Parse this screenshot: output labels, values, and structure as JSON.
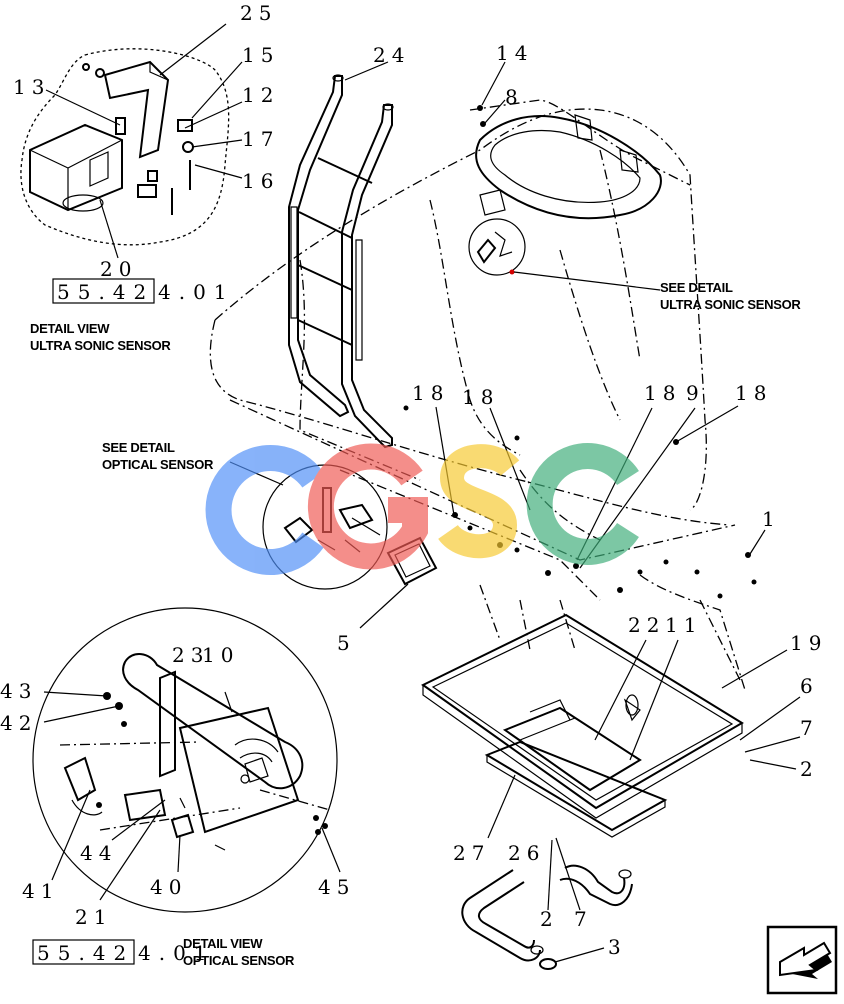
{
  "callouts": {
    "c25": "25",
    "c24": "24",
    "c15": "15",
    "c13": "13",
    "c12": "12",
    "c17": "17",
    "c16": "16",
    "c20": "20",
    "c14": "14",
    "c8": "8",
    "c18a": "18",
    "c18b": "18",
    "c18c": "18",
    "c9": "9",
    "c1": "1",
    "c5": "5",
    "c23": "23",
    "c10": "10",
    "c22": "22",
    "c11": "11",
    "c19": "19",
    "c6": "6",
    "c7a": "7",
    "c2a": "2",
    "c43": "43",
    "c42": "42",
    "c44": "44",
    "c41": "41",
    "c21": "21",
    "c40": "40",
    "c45": "45",
    "c27": "27",
    "c26": "26",
    "c2b": "2",
    "c7b": "7",
    "c3": "3"
  },
  "references": {
    "ultrasonic_ref_box": "55.42",
    "ultrasonic_ref_suffix": "4.01",
    "optical_ref_box": "55.42",
    "optical_ref_suffix": "4.01"
  },
  "notes": {
    "detail_view_ultrasonic_line1": "DETAIL VIEW",
    "detail_view_ultrasonic_line2": "ULTRA SONIC SENSOR",
    "see_detail_ultrasonic_line1": "SEE DETAIL",
    "see_detail_ultrasonic_line2": "ULTRA SONIC SENSOR",
    "see_detail_optical_line1": "SEE DETAIL",
    "see_detail_optical_line2": "OPTICAL SENSOR",
    "detail_view_optical_line1": "DETAIL VIEW",
    "detail_view_optical_line2": "OPTICAL SENSOR"
  },
  "watermark": {
    "letters": [
      "C",
      "G",
      "S",
      "C"
    ],
    "colors": [
      "#4f8ff7",
      "#f05a54",
      "#f7c930",
      "#3fae7a"
    ]
  },
  "nav_icon": "back-arrow-icon"
}
